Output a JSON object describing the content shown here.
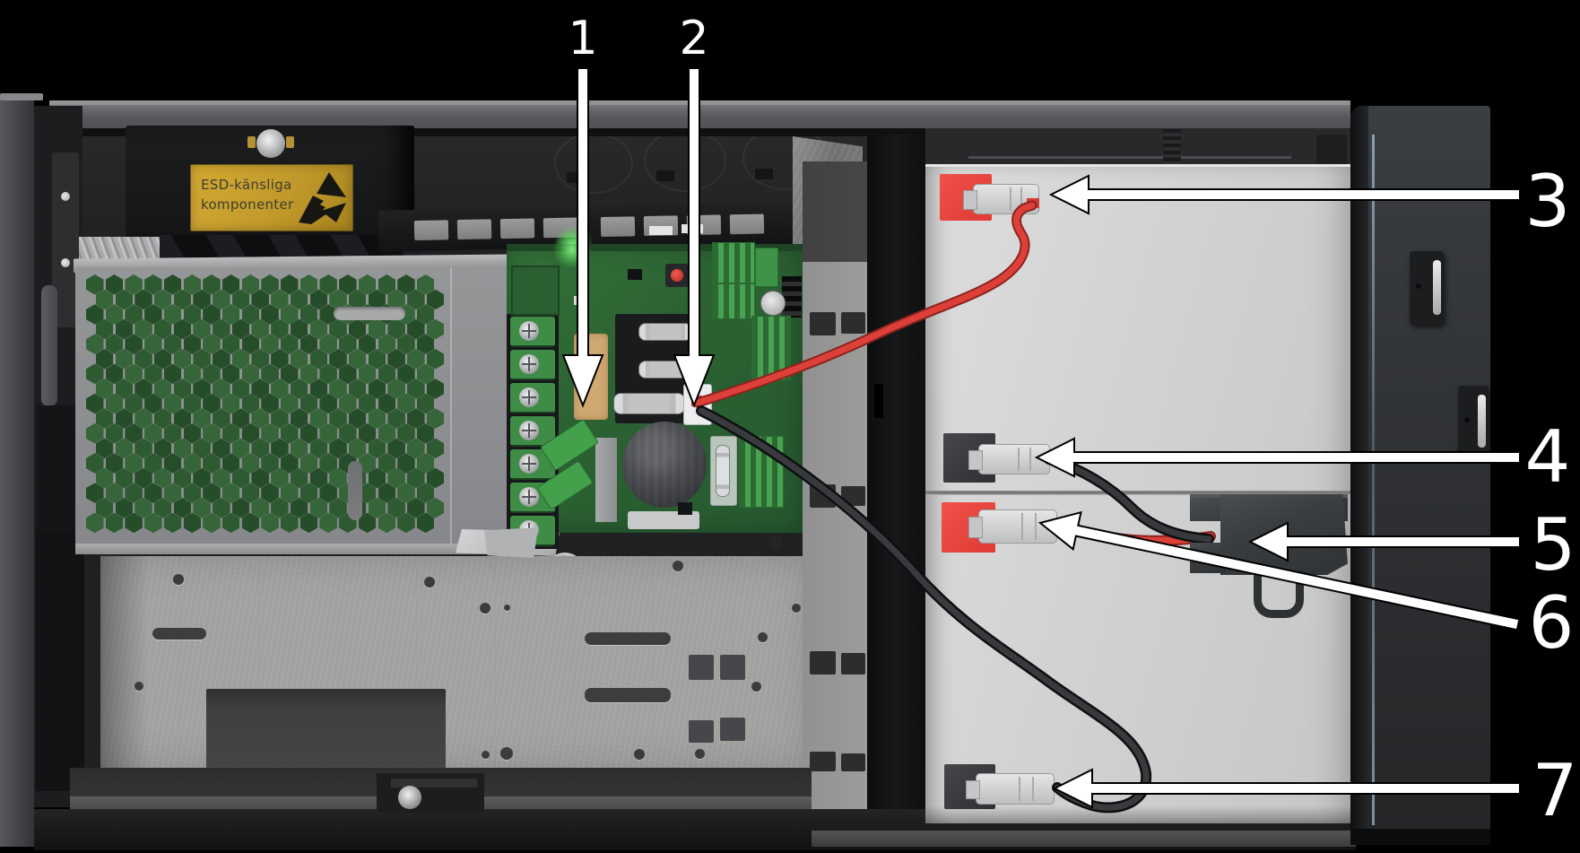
{
  "esd_label": {
    "line1": "ESD-känsliga",
    "line2": "komponenter"
  },
  "callouts": [
    {
      "number": "1",
      "target": "fuse-cover-pad"
    },
    {
      "number": "2",
      "target": "battery-lead-connector-on-board"
    },
    {
      "number": "3",
      "target": "battery1-positive-terminal"
    },
    {
      "number": "4",
      "target": "battery1-negative-terminal"
    },
    {
      "number": "5",
      "target": "battery-cable-bracket"
    },
    {
      "number": "6",
      "target": "battery2-positive-terminal"
    },
    {
      "number": "7",
      "target": "battery2-negative-terminal"
    }
  ],
  "colors": {
    "background": "#000000",
    "arrow": "#ffffff",
    "pcb_green": "#2f6d36",
    "label_gold": "#c79e2f",
    "terminal_red": "#e8453f",
    "cable_red": "#d63831",
    "cable_black": "#1a1b1d",
    "battery_gray": "#d2d3d2",
    "door_gray": "#2d2f32"
  }
}
